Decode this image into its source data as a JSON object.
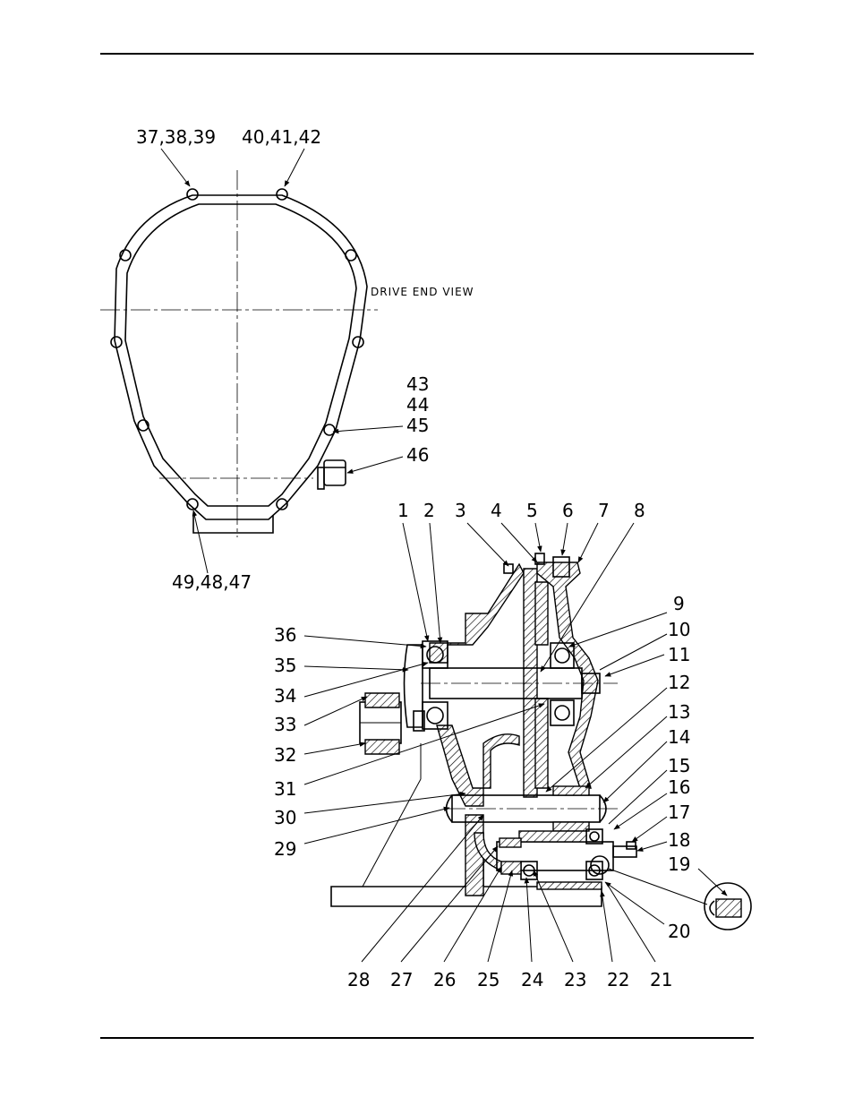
{
  "drive_end_view": {
    "caption": "DRIVE END VIEW",
    "callouts": [
      "37,38,39",
      "40,41,42",
      "43",
      "44",
      "45",
      "46",
      "49,48,47"
    ]
  },
  "section_view": {
    "top_callouts": [
      "1",
      "2",
      "3",
      "4",
      "5",
      "6",
      "7",
      "8"
    ],
    "right_callouts": [
      "9",
      "10",
      "11",
      "12",
      "13",
      "14",
      "15",
      "16",
      "17",
      "18",
      "19",
      "20"
    ],
    "left_callouts": [
      "36",
      "35",
      "34",
      "33",
      "32",
      "31",
      "30",
      "29"
    ],
    "bottom_callouts": [
      "28",
      "27",
      "26",
      "25",
      "24",
      "23",
      "22",
      "21"
    ]
  }
}
